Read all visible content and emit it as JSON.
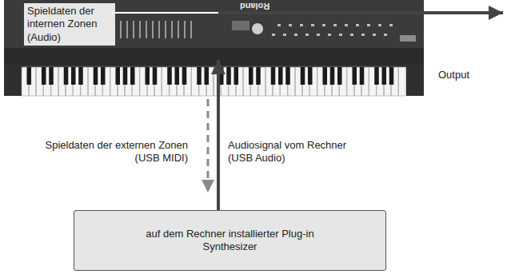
{
  "diagram": {
    "nodes": [
      {
        "text": [
          "Spieldaten der internen Zonen (Audio)"
        ]
      },
      {
        "text": [
          "auf dem Rechner installierter Plug-in Synthesizer"
        ]
      }
    ],
    "edges": [
      {
        "from": 0,
        "to": 1,
        "arrow": "to",
        "label": "Spieldaten der externen Zonen (USB MIDI)"
      },
      {
        "from": 1,
        "to": 0,
        "arrow": "to",
        "label": "Audiosignal vom Rechner (USB Audio)"
      }
    ],
    "labels": [
      "Output",
      "Roland"
    ]
  }
}
